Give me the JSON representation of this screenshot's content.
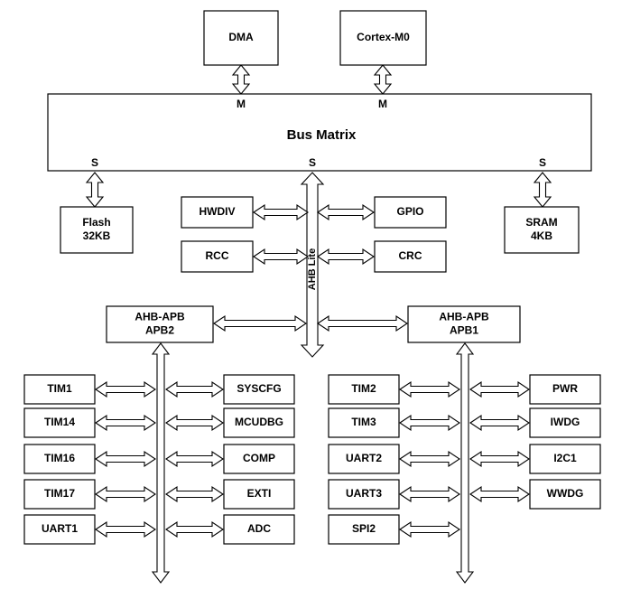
{
  "top_masters": [
    {
      "key": "dma",
      "label": "DMA"
    },
    {
      "key": "cortex",
      "label": "Cortex-M0"
    }
  ],
  "bus_matrix": {
    "title": "Bus Matrix",
    "master_port_label": "M",
    "slave_port_label": "S"
  },
  "memories": {
    "flash": [
      "Flash",
      "32KB"
    ],
    "sram": [
      "SRAM",
      "4KB"
    ]
  },
  "ahb": {
    "bus_label": "AHB Lite",
    "left_peripherals": [
      "HWDIV",
      "RCC"
    ],
    "right_peripherals": [
      "GPIO",
      "CRC"
    ]
  },
  "bridges": {
    "apb2": [
      "AHB-APB",
      "APB2"
    ],
    "apb1": [
      "AHB-APB",
      "APB1"
    ]
  },
  "apb2": {
    "left": [
      "TIM1",
      "TIM14",
      "TIM16",
      "TIM17",
      "UART1"
    ],
    "right": [
      "SYSCFG",
      "MCUDBG",
      "COMP",
      "EXTI",
      "ADC"
    ]
  },
  "apb1": {
    "left": [
      "TIM2",
      "TIM3",
      "UART2",
      "UART3",
      "SPI2"
    ],
    "right": [
      "PWR",
      "IWDG",
      "I2C1",
      "WWDG"
    ]
  }
}
